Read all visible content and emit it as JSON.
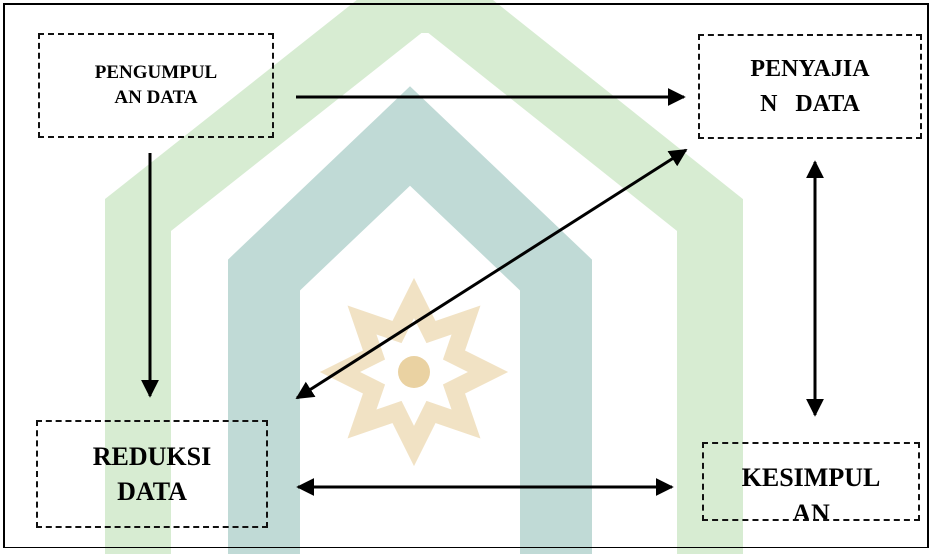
{
  "diagram": {
    "nodes": {
      "pengumpulan": {
        "line1": "PENGUMPUL",
        "line2": "AN DATA"
      },
      "penyajian": {
        "line1": "PENYAJIA",
        "line2": "N   DATA"
      },
      "reduksi": {
        "line1": "REDUKSI",
        "line2": "DATA"
      },
      "kesimpulan": {
        "line1": "KESIMPUL",
        "line2": "AN"
      }
    },
    "edges": [
      {
        "from": "pengumpulan",
        "to": "penyajian",
        "direction": "forward"
      },
      {
        "from": "pengumpulan",
        "to": "reduksi",
        "direction": "forward"
      },
      {
        "from": "reduksi",
        "to": "penyajian",
        "direction": "both"
      },
      {
        "from": "penyajian",
        "to": "kesimpulan",
        "direction": "both"
      },
      {
        "from": "reduksi",
        "to": "kesimpulan",
        "direction": "both"
      }
    ]
  },
  "watermark": {
    "description_icon": "university-logo-watermark",
    "colors": {
      "outer_arch": "#d7ecd2",
      "inner_arch": "#c0dad6",
      "star": "#f1e2c4",
      "star_dot": "#ead2a2"
    }
  },
  "colors": {
    "stroke": "#000000",
    "background": "#ffffff"
  }
}
